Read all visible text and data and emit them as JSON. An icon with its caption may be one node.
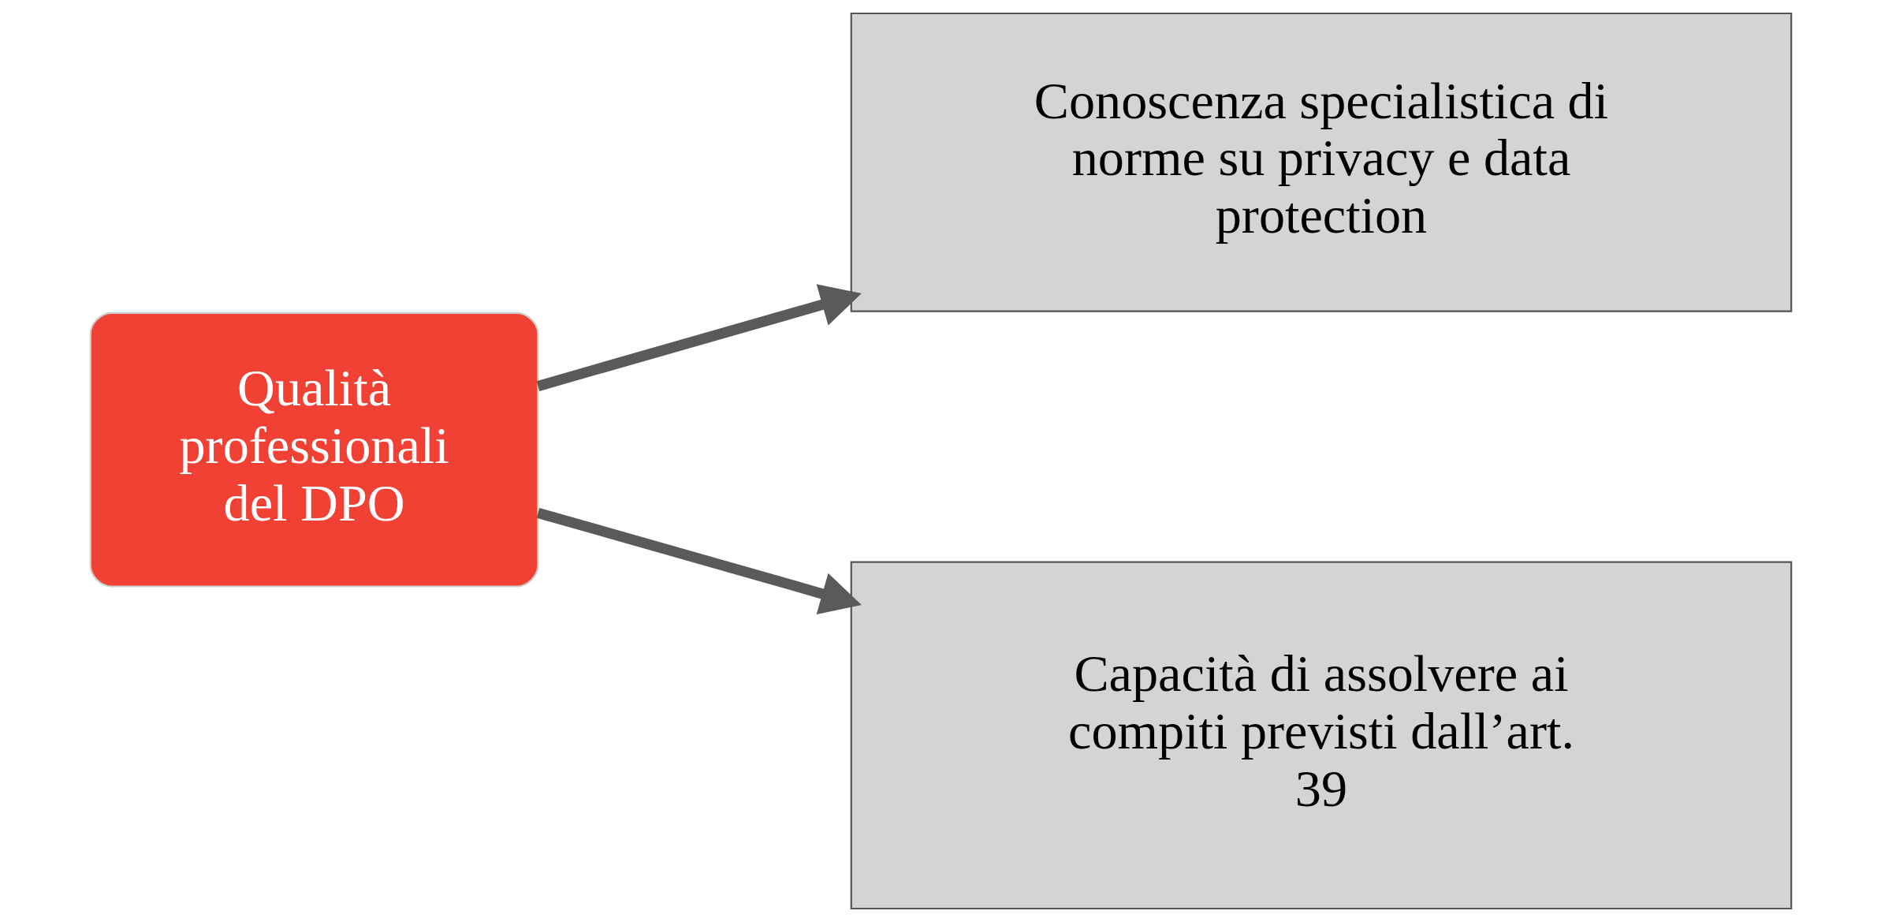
{
  "diagram": {
    "nodes": [
      {
        "text": [
          "Qualità professionali del DPO"
        ]
      },
      {
        "text": [
          "Conoscenza specialistica di norme su privacy e data protection"
        ]
      },
      {
        "text": [
          "Capacità di assolvere ai compiti previsti dall’art. 39"
        ]
      }
    ],
    "edges": [
      {
        "from": 0,
        "to": 1,
        "arrow": "to"
      },
      {
        "from": 0,
        "to": 2,
        "arrow": "to"
      }
    ]
  }
}
